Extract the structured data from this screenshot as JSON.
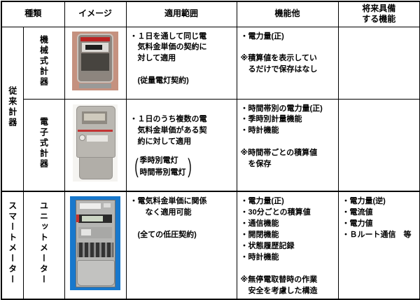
{
  "header": {
    "type": "種類",
    "image": "イメージ",
    "scope": "適用範囲",
    "functions": "機能他",
    "future": "将来具備\nする機能"
  },
  "groups": {
    "conventional": "従来計器",
    "smart": "スマートメーター"
  },
  "rows": [
    {
      "subtype": "機械式計器",
      "scope": "・１日を通して同じ電\n　気料金単価の契約に\n　対して適用\n\n　(従量電灯契約)",
      "functions": "・電力量(正)\n\n※積算値を表示してい\n　るだけで保存はなし",
      "future": ""
    },
    {
      "subtype": "電子式計器",
      "scope_main": "・１日のうち複数の電\n　気料金単価がある契\n　約に対して適用",
      "scope_paren": [
        "季時別電灯",
        "時間帯別電灯"
      ],
      "functions": "・時間帯別の電力量(正)\n・季時別計量機能\n・時計機能\n\n※時間帯ごとの積算値\n　を保存",
      "future": ""
    },
    {
      "subtype": "ユニットメーター",
      "scope": "・電気料金単価に関係\n　　なく適用可能\n\n　(全ての低圧契約)",
      "functions": "・電力量(正)\n・30分ごとの積算値\n・通信機能\n・開閉機能\n・状態履歴記録\n・時計機能\n\n※無停電取替時の作業\n　安全を考慮した構造",
      "future": "・電力量(逆)\n・電流値\n・電力値\n・Ｂルート通信　等"
    }
  ],
  "colors": {
    "border": "#000000",
    "mechanical_photo_bg": "#c5917f",
    "smart_photo_bg": "#1878cc",
    "stripe_red": "#c23333"
  }
}
